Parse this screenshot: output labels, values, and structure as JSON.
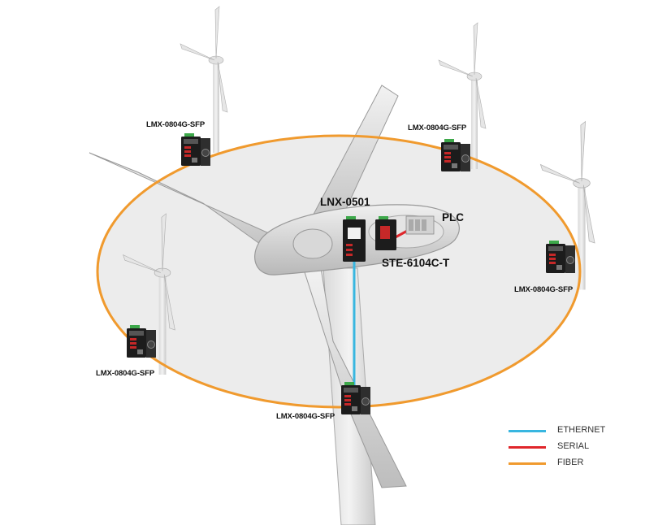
{
  "devices": {
    "top_left": "LMX-0804G-SFP",
    "top_right": "LMX-0804G-SFP",
    "right": "LMX-0804G-SFP",
    "left": "LMX-0804G-SFP",
    "bottom": "LMX-0804G-SFP"
  },
  "nacelle": {
    "switch_label": "LNX-0501",
    "plc_label": "PLC",
    "converter_label": "STE-6104C-T"
  },
  "legend": [
    {
      "label": "ETHERNET",
      "color": "#38b6e0"
    },
    {
      "label": "SERIAL",
      "color": "#e0262b"
    },
    {
      "label": "FIBER",
      "color": "#f09a2e"
    }
  ]
}
